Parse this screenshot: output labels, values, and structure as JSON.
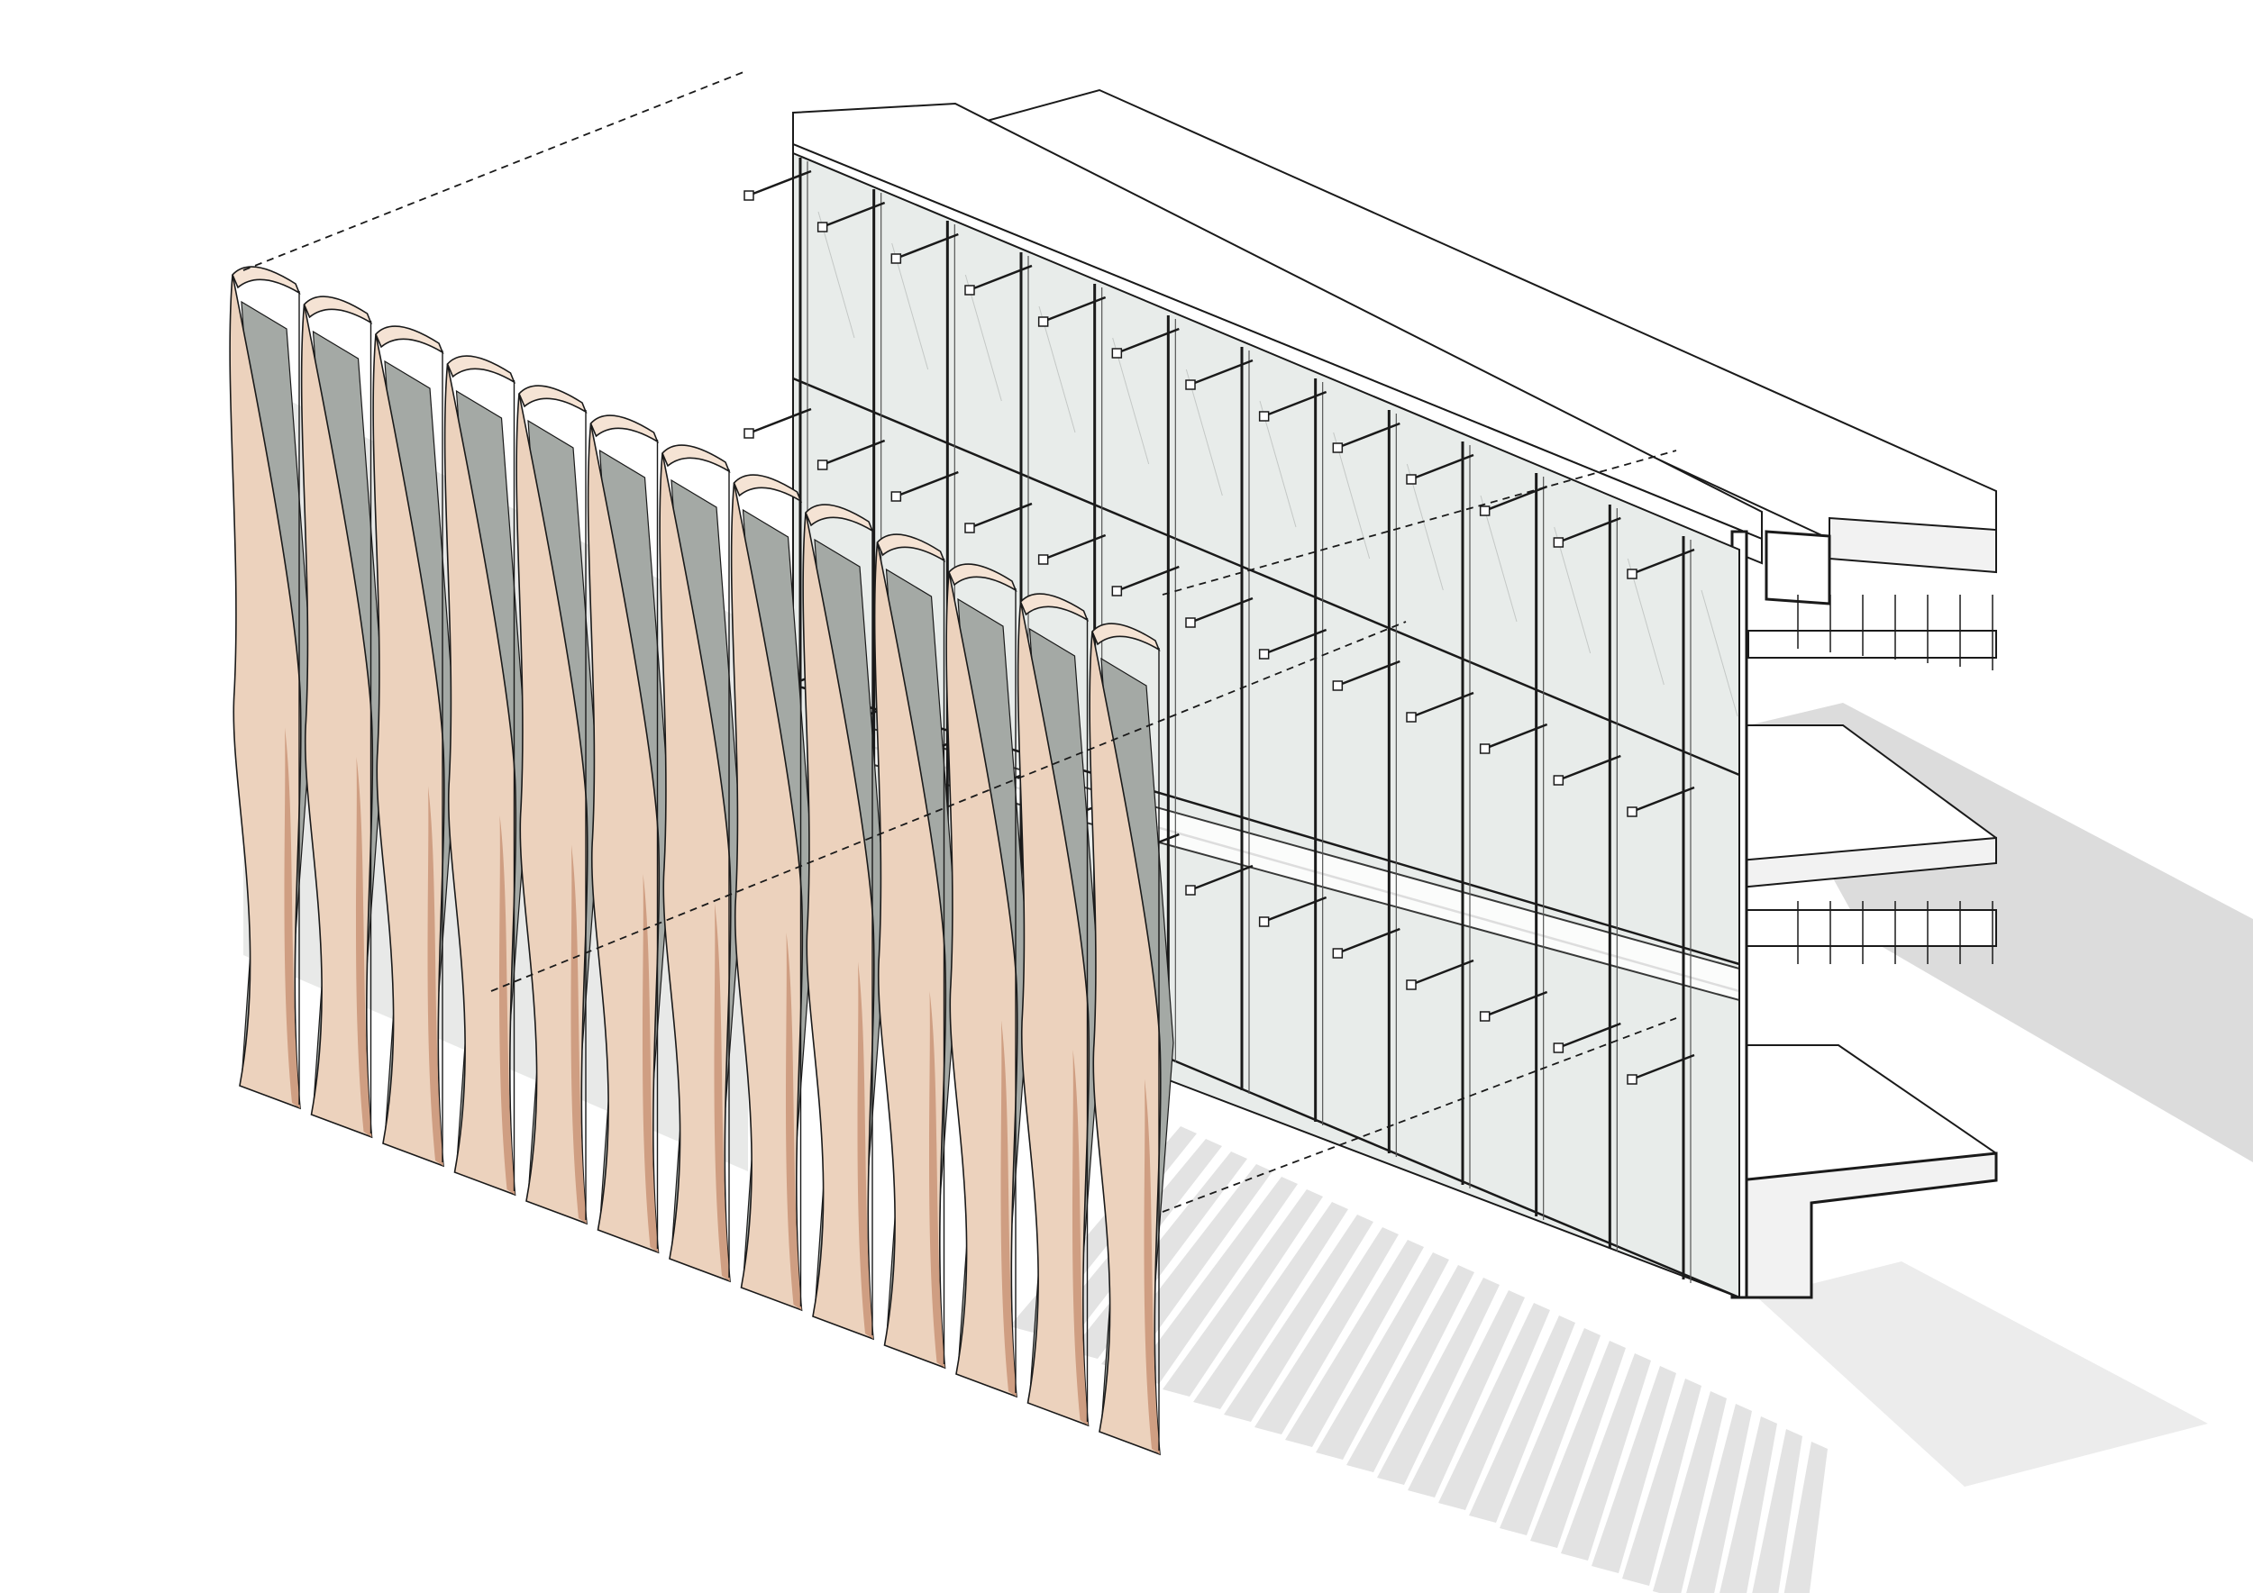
{
  "diagram": {
    "kind": "axonometric facade section",
    "labels": [],
    "fin_count": 13,
    "mullion_count": 13,
    "floor_slabs": 3,
    "colors": {
      "background": "#ffffff",
      "line": "#1a1a1a",
      "fin_face": "#ecd2bd",
      "fin_edge": "#cf9e82",
      "fin_highlight": "#f5e3d4",
      "glass": "#a4a9a5",
      "glass_light": "#e8ecea",
      "concrete": "#f2f2f2",
      "shadow": "#dcdcdc"
    },
    "components": [
      "louver-fins",
      "curtain-wall",
      "roof-slab",
      "floor-slab",
      "ground-slab",
      "shadow"
    ]
  }
}
